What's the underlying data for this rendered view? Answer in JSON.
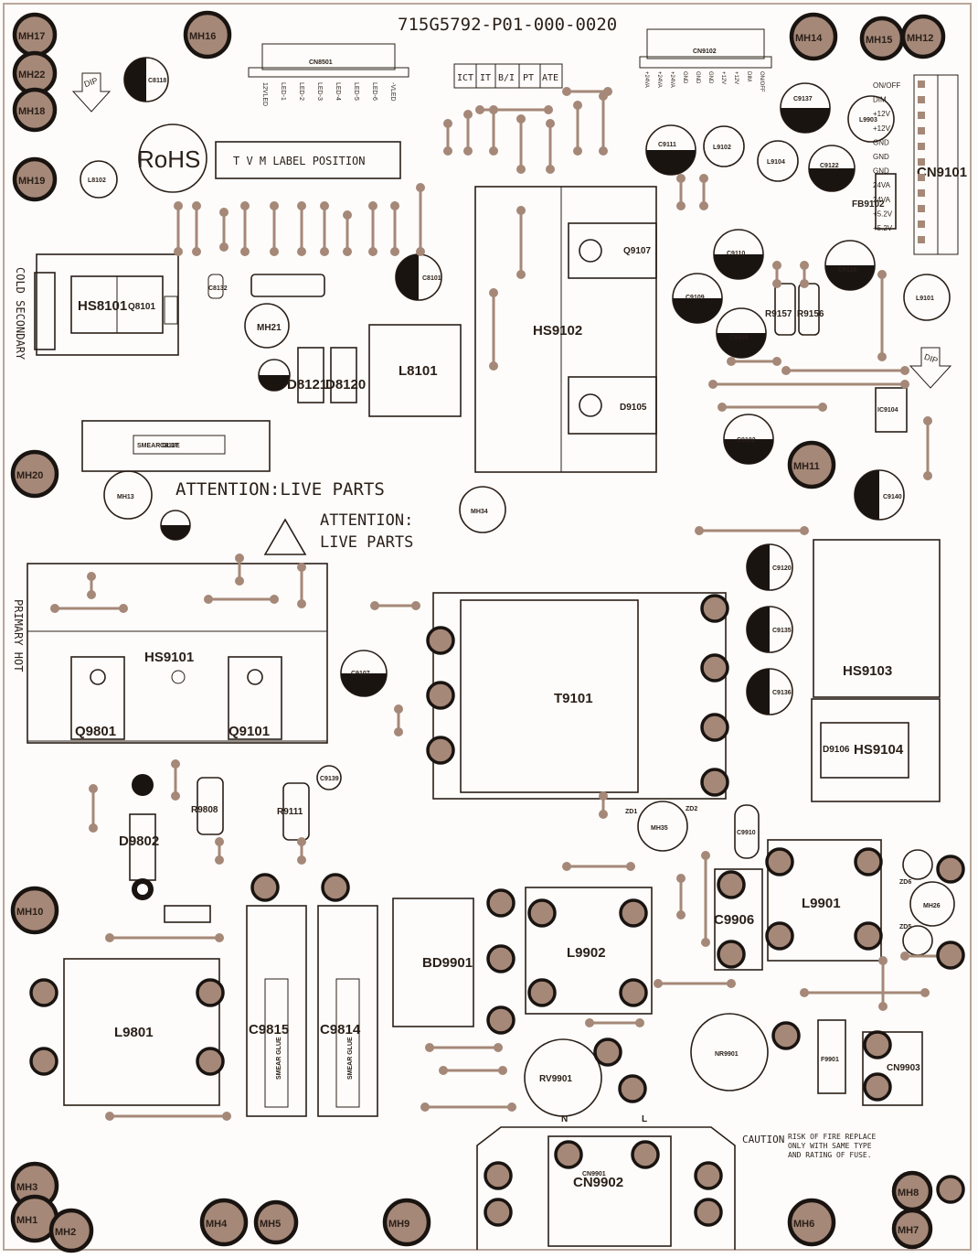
{
  "board": {
    "part_number": "715G5792-P01-000-0020",
    "rohs": "RoHS",
    "label_position": "T V M  LABEL POSITION",
    "attention_main": "ATTENTION:LIVE PARTS",
    "attention_line1": "ATTENTION:",
    "attention_line2": "LIVE PARTS",
    "cold_secondary": "COLD SECONDARY",
    "primary_hot": "PRIMARY HOT",
    "caution_title": "CAUTION",
    "caution_line1": "RISK OF FIRE REPLACE",
    "caution_line2": "ONLY WITH SAME TYPE",
    "caution_line3": "AND RATING OF FUSE.",
    "test_boxes": [
      "ICT",
      "IT",
      "B/I",
      "PT",
      "ATE"
    ],
    "dip": "DIP"
  },
  "mounting_holes": [
    {
      "id": "mh17",
      "label": "MH17"
    },
    {
      "id": "mh22",
      "label": "MH22"
    },
    {
      "id": "mh18",
      "label": "MH18"
    },
    {
      "id": "mh19",
      "label": "MH19"
    },
    {
      "id": "mh16",
      "label": "MH16"
    },
    {
      "id": "mh20",
      "label": "MH20"
    },
    {
      "id": "mh14",
      "label": "MH14"
    },
    {
      "id": "mh15",
      "label": "MH15"
    },
    {
      "id": "mh12",
      "label": "MH12"
    },
    {
      "id": "mh11",
      "label": "MH11"
    },
    {
      "id": "mh10",
      "label": "MH10"
    },
    {
      "id": "mh3",
      "label": "MH3"
    },
    {
      "id": "mh1",
      "label": "MH1"
    },
    {
      "id": "mh2",
      "label": "MH2"
    },
    {
      "id": "mh4",
      "label": "MH4"
    },
    {
      "id": "mh5",
      "label": "MH5"
    },
    {
      "id": "mh9",
      "label": "MH9"
    },
    {
      "id": "mh6",
      "label": "MH6"
    },
    {
      "id": "mh8",
      "label": "MH8"
    },
    {
      "id": "mh7",
      "label": "MH7"
    },
    {
      "id": "mh21",
      "label": "MH21"
    },
    {
      "id": "mh13",
      "label": "MH13"
    },
    {
      "id": "mh34",
      "label": "MH34"
    },
    {
      "id": "mh35",
      "label": "MH35"
    },
    {
      "id": "mh26",
      "label": "MH26"
    }
  ],
  "components": {
    "heatsinks": {
      "hs8101": "HS8101",
      "hs9102": "HS9102",
      "hs9101": "HS9101",
      "hs9103": "HS9103",
      "hs9104": "HS9104"
    },
    "transistors": {
      "q8101": "Q8101",
      "q9107": "Q9107",
      "q9801": "Q9801",
      "q9101": "Q9101"
    },
    "diodes": {
      "d8121": "D8121",
      "d8120": "D8120",
      "d9105": "D9105",
      "d9106": "D9106",
      "d9802": "D9802",
      "zd1": "ZD1",
      "zd2": "ZD2",
      "zd6": "ZD6",
      "zd5": "ZD5"
    },
    "inductors": {
      "l8101": "L8101",
      "l9801": "L9801",
      "l9901": "L9901",
      "l9902": "L9902",
      "l9903": "L9903",
      "l9104": "L9104",
      "l9102": "L9102",
      "l8102": "L8102",
      "l9101": "L9101"
    },
    "transformer": "T9101",
    "resistors": {
      "r9808": "R9808",
      "r9111": "R9111",
      "r9157": "R9157",
      "r9156": "R9156"
    },
    "capacitors": {
      "c9906": "C9906",
      "c9815": "C9815",
      "c9814": "C9814",
      "c9137": "C9137",
      "c9111": "C9111",
      "c9122": "C9122",
      "c9110": "C9110",
      "c9116": "C9116",
      "c9109": "C9109",
      "c9108": "C9108",
      "c9102": "C9102",
      "c9107": "C9107",
      "c8117": "C8117",
      "c9910": "C9910",
      "c9140": "C9140",
      "c9120": "C9120",
      "c9135": "C9135",
      "c9136": "C9136",
      "c8101": "C8101",
      "c8118": "C8118",
      "c9139": "C9139",
      "c8132": "C8132"
    },
    "bridge": "BD9901",
    "varistor": "RV9901",
    "thermistor": "NR9901",
    "fuse": "F9901",
    "ferrite": "FB9102",
    "ic": "IC9104",
    "connectors": {
      "cn9101": "CN9101",
      "cn9102": "CN9102",
      "cn8501": "CN8501",
      "cn9903": "CN9903",
      "cn9901": "CN9901",
      "cn9902": "CN9902"
    },
    "cn9101_pins": [
      "ON/OFF",
      "DIM",
      "+12V",
      "+12V",
      "GND",
      "GND",
      "GND",
      "24VA",
      "24VA",
      "+5.2V",
      "+5.2V"
    ],
    "cn8501_pins": [
      "12VLED",
      "LED-1",
      "LED-2",
      "LED-3",
      "LED-4",
      "LED-5",
      "LED-6",
      "-VLED"
    ],
    "cn9102_pins": [
      "+24VA",
      "+24VA",
      "+24VA",
      "GND",
      "GND",
      "GND",
      "+12V",
      "+12V",
      "DIM",
      "ON/OFF"
    ],
    "ac_pins": [
      "N",
      "L"
    ],
    "smear_glue": "SMEAR GLUE"
  },
  "colors": {
    "ink": "#2a1f18",
    "pad": "#a58878",
    "board": "#fdfcfa"
  }
}
